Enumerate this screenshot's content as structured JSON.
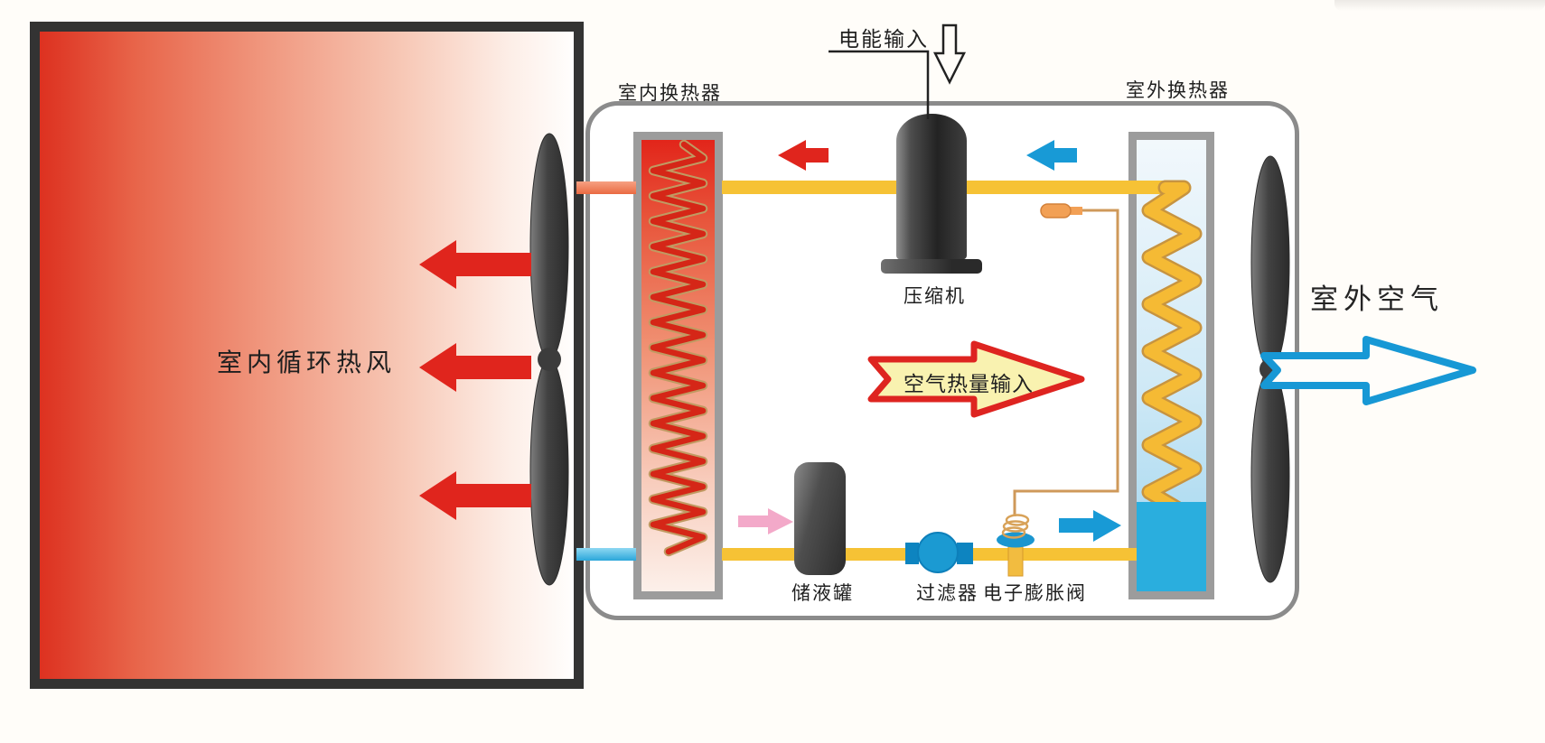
{
  "scene": {
    "left_room": {
      "label": "室内循环热风"
    },
    "unit": {
      "power_input_label": "电能输入",
      "indoor_exchanger_label": "室内换热器",
      "outdoor_exchanger_label": "室外换热器",
      "compressor_label": "压缩机",
      "tank_label": "储液罐",
      "filter_label": "过滤器",
      "expansion_valve_label": "电子膨胀阀",
      "heat_input_label": "空气热量输入"
    },
    "outdoor_air_label": "室外空气"
  },
  "colors": {
    "hot_red": "#e0251d",
    "cold_blue": "#189ad6",
    "pipe_yellow": "#f6c235",
    "coil_yellow": "#f5ba34",
    "pink_arrow": "#f3a9c9",
    "salmon_pipe": "#ed7a52",
    "light_blue_pipe": "#56c2e8",
    "enclosure_border": "#8b8b8b",
    "exchanger_border": "#9c9c9c",
    "fan_gray": "#4a4a4a",
    "heat_arrow_fill": "#f9f2b0"
  }
}
